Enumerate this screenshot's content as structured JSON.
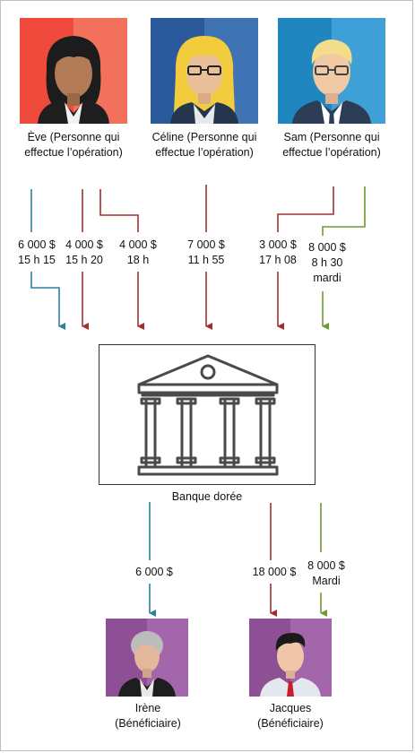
{
  "colors": {
    "teal": "#2e7fa3",
    "red": "#a3302d",
    "green": "#6f9b33",
    "purple": "#8e4f94"
  },
  "senders": [
    {
      "name": "Ève (Personne qui effectue l’opération)",
      "icon": "woman-avatar-icon"
    },
    {
      "name": "Céline (Personne qui effectue l’opération)",
      "icon": "blonde-woman-avatar-icon"
    },
    {
      "name": "Sam (Personne qui effectue l’opération)",
      "icon": "man-avatar-icon"
    }
  ],
  "deposits": [
    {
      "amount": "6 000 $",
      "time": "15 h 15",
      "from": "Ève",
      "color": "teal"
    },
    {
      "amount": "4 000 $",
      "time": "15 h 20",
      "from": "Ève",
      "color": "red"
    },
    {
      "amount": "4 000 $",
      "time": "18 h",
      "from": "Ève",
      "color": "red"
    },
    {
      "amount": "7 000 $",
      "time": "11 h 55",
      "from": "Céline",
      "color": "red"
    },
    {
      "amount": "3 000 $",
      "time": "17 h 08",
      "from": "Sam",
      "color": "red"
    },
    {
      "amount": "8 000 $",
      "time": "8 h 30",
      "day": "mardi",
      "from": "Sam",
      "color": "green"
    }
  ],
  "bank": {
    "name": "Banque dorée",
    "icon": "bank-icon"
  },
  "payouts": [
    {
      "amount": "6 000 $",
      "to": "Irène",
      "color": "teal"
    },
    {
      "amount": "18 000 $",
      "to": "Jacques",
      "color": "red"
    },
    {
      "amount": "8 000 $",
      "day": "Mardi",
      "to": "Jacques",
      "color": "green"
    }
  ],
  "beneficiaries": [
    {
      "name": "Irène",
      "role": "(Bénéficiaire)",
      "icon": "elderly-woman-avatar-icon"
    },
    {
      "name": "Jacques",
      "role": "(Bénéficiaire)",
      "icon": "young-man-avatar-icon"
    }
  ]
}
